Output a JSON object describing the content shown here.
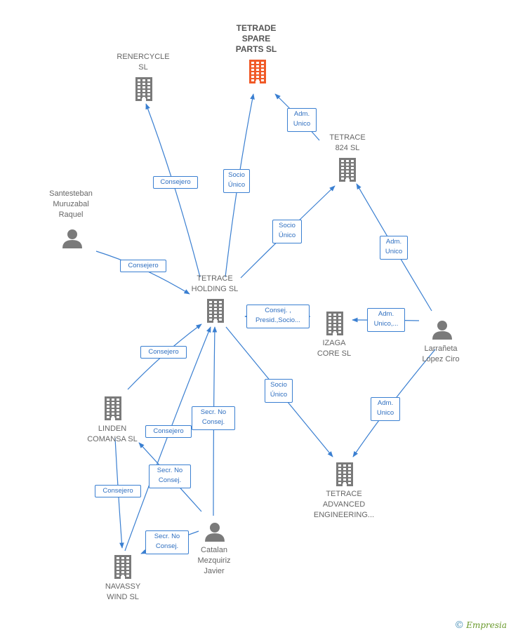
{
  "colors": {
    "edge": "#3a7fd1",
    "company": "#7a7a7a",
    "focus": "#f05a28",
    "person": "#7a7a7a"
  },
  "nodes": [
    {
      "id": "tetrade",
      "type": "company",
      "focus": true,
      "label": "TETRADE\nSPARE\nPARTS  SL"
    },
    {
      "id": "renercycle",
      "type": "company",
      "focus": false,
      "label": "RENERCYCLE\nSL"
    },
    {
      "id": "t824",
      "type": "company",
      "focus": false,
      "label": "TETRACE\n824  SL"
    },
    {
      "id": "santesteban",
      "type": "person",
      "focus": false,
      "label": "Santesteban\nMuruzabal\nRaquel"
    },
    {
      "id": "holding",
      "type": "company",
      "focus": false,
      "label": "TETRACE\nHOLDING  SL"
    },
    {
      "id": "izaga",
      "type": "company",
      "focus": false,
      "label": "IZAGA\nCORE  SL"
    },
    {
      "id": "larranaga",
      "type": "person",
      "focus": false,
      "label": "Larrañeta\nLopez Ciro"
    },
    {
      "id": "linden",
      "type": "company",
      "focus": false,
      "label": "LINDEN\nCOMANSA SL"
    },
    {
      "id": "advanced",
      "type": "company",
      "focus": false,
      "label": "TETRACE\nADVANCED\nENGINEERING..."
    },
    {
      "id": "catalan",
      "type": "person",
      "focus": false,
      "label": "Catalan\nMezquiriz\nJavier"
    },
    {
      "id": "navassy",
      "type": "company",
      "focus": false,
      "label": "NAVASSY\nWIND  SL"
    }
  ],
  "edges": [
    {
      "from": "holding",
      "to": "renercycle",
      "label": "Consejero"
    },
    {
      "from": "holding",
      "to": "tetrade",
      "label": "Socio\nÚnico"
    },
    {
      "from": "t824",
      "to": "tetrade",
      "label": "Adm.\nUnico"
    },
    {
      "from": "holding",
      "to": "t824",
      "label": "Socio\nÚnico"
    },
    {
      "from": "larranaga",
      "to": "t824",
      "label": "Adm.\nUnico"
    },
    {
      "from": "santesteban",
      "to": "holding",
      "label": "Consejero"
    },
    {
      "from": "izaga",
      "to": "holding",
      "label": "Consej. ,\nPresid.,Socio..."
    },
    {
      "from": "larranaga",
      "to": "izaga",
      "label": "Adm.\nUnico,..."
    },
    {
      "from": "holding",
      "to": "advanced",
      "label": "Socio\nÚnico"
    },
    {
      "from": "larranaga",
      "to": "advanced",
      "label": "Adm.\nUnico"
    },
    {
      "from": "linden",
      "to": "holding",
      "label": "Consejero"
    },
    {
      "from": "navassy",
      "to": "holding",
      "label": "Consejero"
    },
    {
      "from": "catalan",
      "to": "holding",
      "label": "Secr.  No\nConsej."
    },
    {
      "from": "catalan",
      "to": "linden",
      "label": "Secr.  No\nConsej."
    },
    {
      "from": "linden",
      "to": "navassy",
      "label": "Consejero"
    },
    {
      "from": "catalan",
      "to": "navassy",
      "label": "Secr.  No\nConsej."
    }
  ],
  "watermark": {
    "symbol": "©",
    "brand": "Empresia"
  }
}
